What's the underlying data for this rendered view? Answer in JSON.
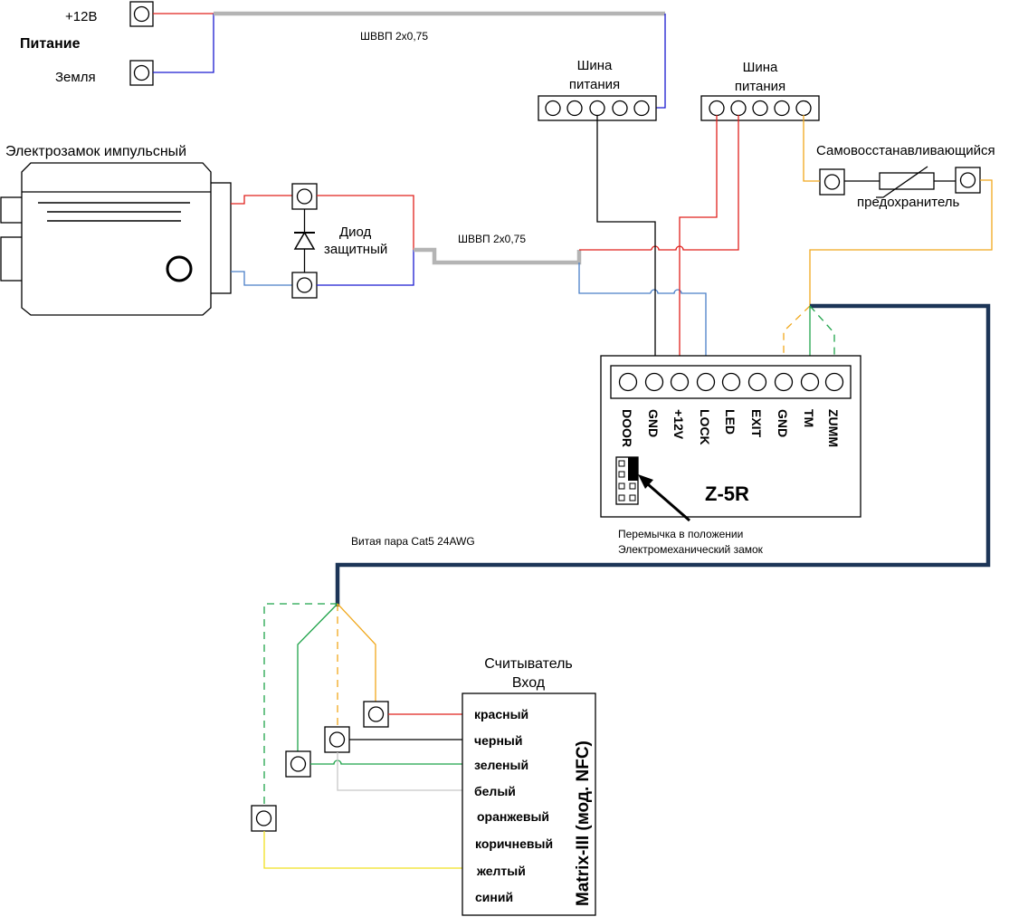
{
  "power": {
    "plus_label": "+12В",
    "title": "Питание",
    "ground_label": "Земля"
  },
  "cables": {
    "cable_top": "ШВВП 2х0,75",
    "cable_lock": "ШВВП 2х0,75",
    "twisted_pair": "Витая пара Cat5 24AWG"
  },
  "busbars": {
    "bus1_line1": "Шина",
    "bus1_line2": "питания",
    "bus2_line1": "Шина",
    "bus2_line2": "питания"
  },
  "lock": {
    "title": "Электрозамок импульсный"
  },
  "diode": {
    "line1": "Диод",
    "line2": "защитный"
  },
  "fuse": {
    "line1": "Самовосстанавливающийся",
    "line2": "предохранитель"
  },
  "controller": {
    "name": "Z-5R",
    "terminals": [
      "DOOR",
      "GND",
      "+12V",
      "LOCK",
      "LED",
      "EXIT",
      "GND",
      "TM",
      "ZUMM"
    ],
    "jumper_note_line1": "Перемычка в положении",
    "jumper_note_line2": "Электромеханический замок"
  },
  "reader": {
    "title_line1": "Считыватель",
    "title_line2": "Вход",
    "model": "Matrix-III (мод. NFC)",
    "wires": [
      "красный",
      "черный",
      "зеленый",
      "белый",
      "оранжевый",
      "коричневый",
      "желтый",
      "синий"
    ]
  },
  "colors": {
    "red": "#e0201c",
    "blue": "#1a1ad0",
    "light_blue": "#4a7fc8",
    "black": "#000000",
    "gray_cable": "#b4b4b4",
    "orange": "#f0a81c",
    "green": "#1fa34a",
    "yellow": "#f0e020",
    "white_wire": "#c8c8c8",
    "dark_cable": "#1c3557"
  }
}
